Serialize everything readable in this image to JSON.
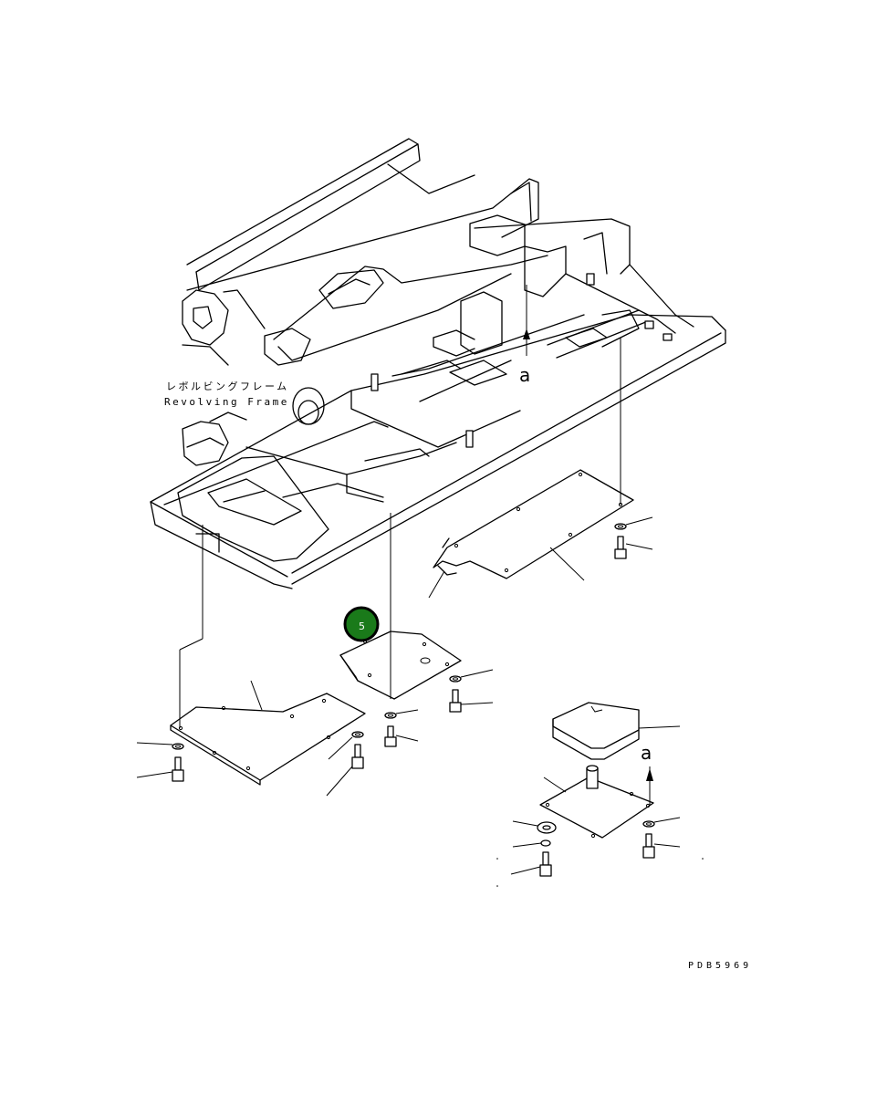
{
  "labels": {
    "frame_jp": "レボルビングフレーム",
    "frame_en": "Revolving Frame",
    "view_marker_a_top": "a",
    "view_marker_a_bottom": "a",
    "drawing_number": "PDB5969"
  },
  "callout": {
    "number": "5",
    "color": "#1a7a1a",
    "ring_color": "#000000"
  },
  "icons": {
    "callout_marker": "circle-badge",
    "view_arrow": "arrow-up"
  }
}
